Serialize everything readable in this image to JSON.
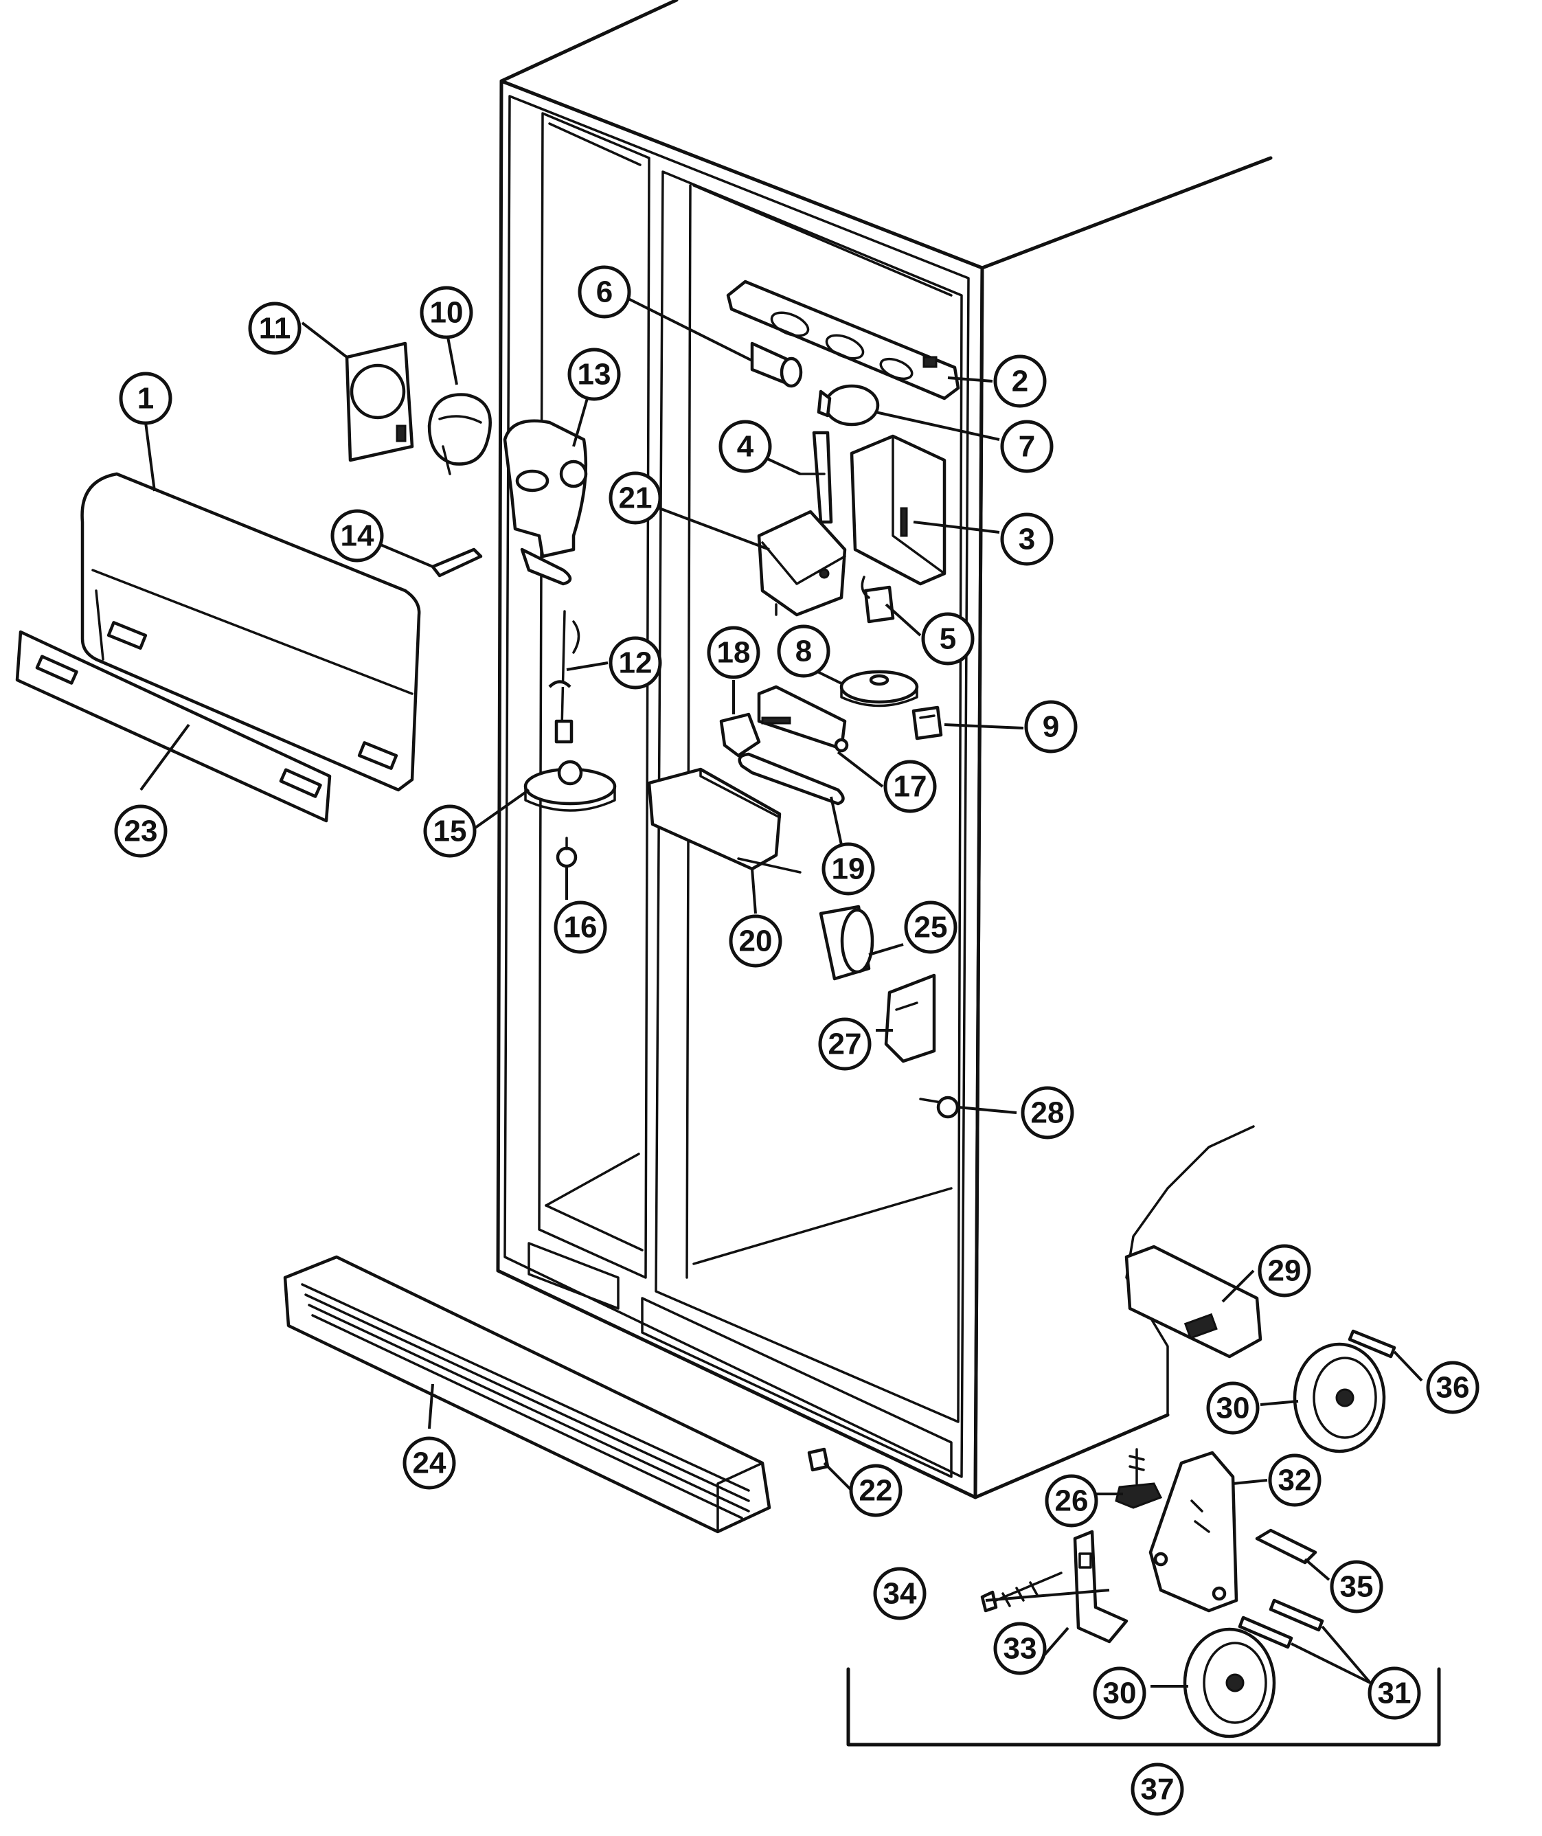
{
  "callouts": [
    {
      "id": "1",
      "label": "1"
    },
    {
      "id": "2",
      "label": "2"
    },
    {
      "id": "3",
      "label": "3"
    },
    {
      "id": "4",
      "label": "4"
    },
    {
      "id": "5",
      "label": "5"
    },
    {
      "id": "6",
      "label": "6"
    },
    {
      "id": "7",
      "label": "7"
    },
    {
      "id": "8",
      "label": "8"
    },
    {
      "id": "9",
      "label": "9"
    },
    {
      "id": "10",
      "label": "10"
    },
    {
      "id": "11",
      "label": "11"
    },
    {
      "id": "12",
      "label": "12"
    },
    {
      "id": "13",
      "label": "13"
    },
    {
      "id": "14",
      "label": "14"
    },
    {
      "id": "15",
      "label": "15"
    },
    {
      "id": "16",
      "label": "16"
    },
    {
      "id": "17",
      "label": "17"
    },
    {
      "id": "18",
      "label": "18"
    },
    {
      "id": "19",
      "label": "19"
    },
    {
      "id": "20",
      "label": "20"
    },
    {
      "id": "21",
      "label": "21"
    },
    {
      "id": "22",
      "label": "22"
    },
    {
      "id": "23",
      "label": "23"
    },
    {
      "id": "24",
      "label": "24"
    },
    {
      "id": "25",
      "label": "25"
    },
    {
      "id": "26",
      "label": "26"
    },
    {
      "id": "27",
      "label": "27"
    },
    {
      "id": "28",
      "label": "28"
    },
    {
      "id": "29",
      "label": "29"
    },
    {
      "id": "30a",
      "label": "30"
    },
    {
      "id": "30b",
      "label": "30"
    },
    {
      "id": "31",
      "label": "31"
    },
    {
      "id": "32",
      "label": "32"
    },
    {
      "id": "33",
      "label": "33"
    },
    {
      "id": "34",
      "label": "34"
    },
    {
      "id": "35",
      "label": "35"
    },
    {
      "id": "36",
      "label": "36"
    },
    {
      "id": "37",
      "label": "37"
    }
  ],
  "colors": {
    "line": "#111111",
    "background": "#ffffff"
  }
}
